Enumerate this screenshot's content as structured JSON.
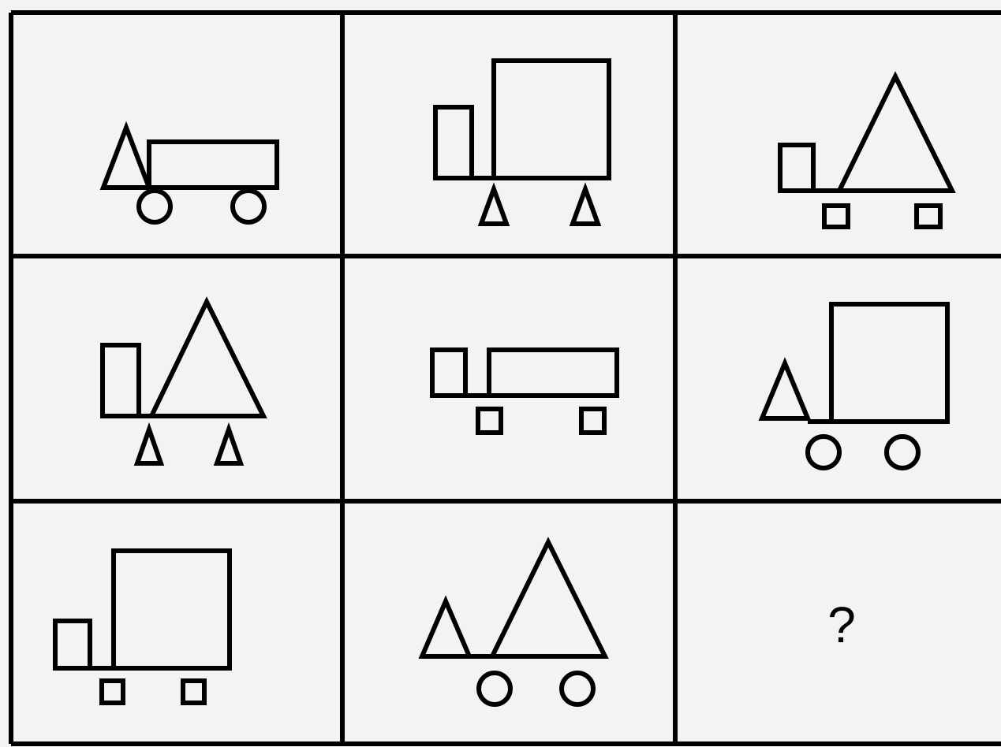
{
  "puzzle": {
    "missing_cell_label": "?"
  },
  "cells": [
    {
      "row": 1,
      "col": 1,
      "cab": "triangle",
      "body": "wide-rectangle",
      "wheels": "circle"
    },
    {
      "row": 1,
      "col": 2,
      "cab": "tall-rectangle",
      "body": "large-square",
      "wheels": "triangle"
    },
    {
      "row": 1,
      "col": 3,
      "cab": "small-square",
      "body": "large-triangle",
      "wheels": "square"
    },
    {
      "row": 2,
      "col": 1,
      "cab": "tall-rectangle",
      "body": "large-triangle",
      "wheels": "triangle"
    },
    {
      "row": 2,
      "col": 2,
      "cab": "small-square",
      "body": "wide-rectangle",
      "wheels": "square"
    },
    {
      "row": 2,
      "col": 3,
      "cab": "triangle",
      "body": "large-square",
      "wheels": "circle"
    },
    {
      "row": 3,
      "col": 1,
      "cab": "small-square",
      "body": "large-square",
      "wheels": "square"
    },
    {
      "row": 3,
      "col": 2,
      "cab": "triangle",
      "body": "large-triangle",
      "wheels": "circle"
    },
    {
      "row": 3,
      "col": 3,
      "missing": true
    }
  ],
  "colors": {
    "line": "#000000",
    "background": "#f3f3f1"
  }
}
